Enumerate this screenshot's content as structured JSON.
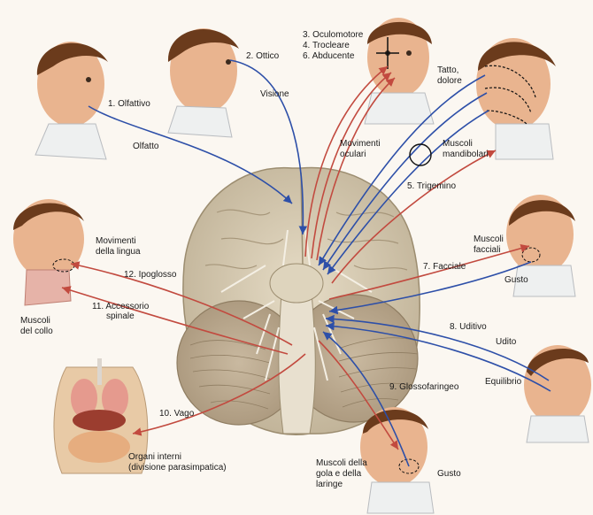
{
  "nerves": {
    "olfattivo": "1. Olfattivo",
    "ottico": "2. Ottico",
    "oculomotore": "3. Oculomotore",
    "trocleare": "4. Trocleare",
    "abducente": "6. Abducente",
    "trigemino": "5. Trigemino",
    "facciale": "7. Facciale",
    "uditivo": "8. Uditivo",
    "glossofaringeo": "9. Glossofaringeo",
    "vago": "10. Vago",
    "accessorio_1": "11. Accessorio",
    "accessorio_2": "spinale",
    "ipoglosso": "12. Ipoglosso"
  },
  "functions": {
    "olfatto": "Olfatto",
    "visione": "Visione",
    "movimenti_oculari_1": "Movimenti",
    "movimenti_oculari_2": "oculari",
    "tatto_1": "Tatto,",
    "tatto_2": "dolore",
    "mandibolari_1": "Muscoli",
    "mandibolari_2": "mandibolari",
    "facciali_1": "Muscoli",
    "facciali_2": "facciali",
    "gusto_facciale": "Gusto",
    "udito": "Udito",
    "equilibrio": "Equilibrio",
    "gola_1": "Muscoli della",
    "gola_2": "gola e della",
    "gola_3": "laringe",
    "gusto_glosso": "Gusto",
    "lingua_1": "Movimenti",
    "lingua_2": "della lingua",
    "collo_1": "Muscoli",
    "collo_2": "del collo",
    "organi_1": "Organi interni",
    "organi_2": "(divisione parasimpatica)"
  },
  "colors": {
    "sensory": "#2d4fa8",
    "motor": "#c24a3f",
    "brain": "#d8cdb7",
    "skin": "#e9b48f",
    "hair": "#6b3b1c"
  }
}
